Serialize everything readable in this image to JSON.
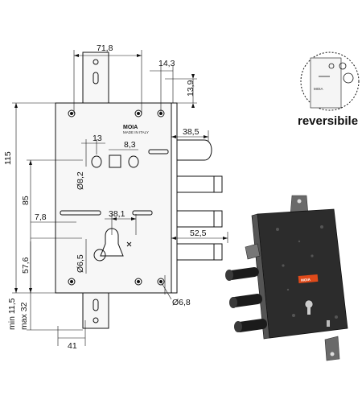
{
  "brand": {
    "logo": "MOIA",
    "made_in": "MADE IN ITALY"
  },
  "dimensions": {
    "top_width": "71,8",
    "right_offset": "14,3",
    "top_height": "13,9",
    "bolt_offset": "38,5",
    "holes_13": "13",
    "holes_8_3": "8,3",
    "total_height": "115",
    "diameter_8_2": "Ø8,2",
    "height_85": "85",
    "offset_7_8": "7,8",
    "cylinder_38_1": "38,1",
    "backset_52_5": "52,5",
    "height_57_6": "57,6",
    "diameter_6_5": "Ø6,5",
    "min_11_5": "min 11,5",
    "max_32": "max 32",
    "diameter_6_8": "Ø6,8",
    "bottom_41": "41"
  },
  "inset": {
    "label": "reversibile",
    "badge": "MOIA"
  },
  "colors": {
    "line": "#111111",
    "body_fill": "#f7f7f7",
    "photo_dark": "#2a2a2a",
    "badge": "#e04a1a"
  }
}
